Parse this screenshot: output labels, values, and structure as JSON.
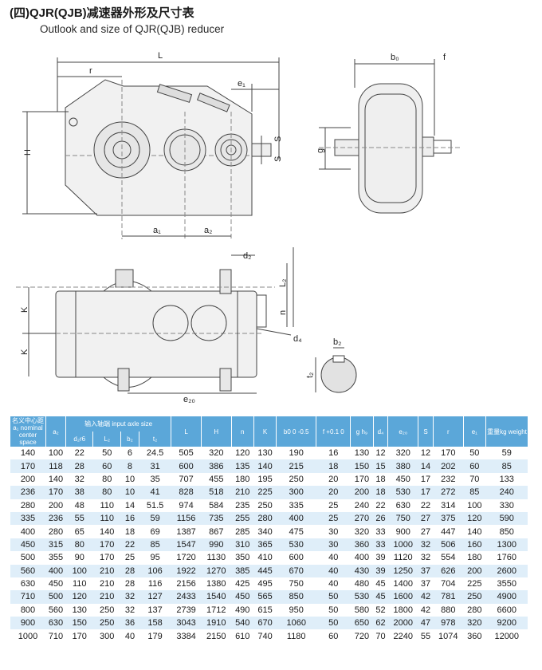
{
  "title": "(四)QJR(QJB)减速器外形及尺寸表",
  "subtitle": "Outlook and size of QJR(QJB) reducer",
  "drawing_labels": {
    "L": "L",
    "r": "r",
    "e1": "e₁",
    "H": "H",
    "S1": "S",
    "S2": "S",
    "a1": "a₁",
    "a2": "a₂",
    "b0": "b₀",
    "f": "f",
    "g": "g",
    "d2": "d₂",
    "L2": "L₂",
    "K1": "K",
    "K2": "K",
    "n": "n",
    "d4": "d₄",
    "e20": "e₂₀",
    "b2": "b₂",
    "t2": "t₂"
  },
  "table": {
    "headers": {
      "center": "名义中心距a₁ nominal center space",
      "a2": "a₂",
      "input_group": "输入轴端 input axle size",
      "d2r6": "d₂r6",
      "L2": "L₂",
      "b2": "b₂",
      "t2": "t₂",
      "L": "L",
      "H": "H",
      "n": "n",
      "K": "K",
      "b0": "b0 0 -0.5",
      "f": "f +0.1 0",
      "g": "g h₉",
      "d4": "d₄",
      "e20": "e₂₀",
      "S": "S",
      "r": "r",
      "e1": "e₁",
      "weight": "重量kg weight"
    },
    "rows": [
      [
        "140",
        "100",
        "22",
        "50",
        "6",
        "24.5",
        "505",
        "320",
        "120",
        "130",
        "190",
        "16",
        "130",
        "12",
        "320",
        "12",
        "170",
        "50",
        "59"
      ],
      [
        "170",
        "118",
        "28",
        "60",
        "8",
        "31",
        "600",
        "386",
        "135",
        "140",
        "215",
        "18",
        "150",
        "15",
        "380",
        "14",
        "202",
        "60",
        "85"
      ],
      [
        "200",
        "140",
        "32",
        "80",
        "10",
        "35",
        "707",
        "455",
        "180",
        "195",
        "250",
        "20",
        "170",
        "18",
        "450",
        "17",
        "232",
        "70",
        "133"
      ],
      [
        "236",
        "170",
        "38",
        "80",
        "10",
        "41",
        "828",
        "518",
        "210",
        "225",
        "300",
        "20",
        "200",
        "18",
        "530",
        "17",
        "272",
        "85",
        "240"
      ],
      [
        "280",
        "200",
        "48",
        "110",
        "14",
        "51.5",
        "974",
        "584",
        "235",
        "250",
        "335",
        "25",
        "240",
        "22",
        "630",
        "22",
        "314",
        "100",
        "330"
      ],
      [
        "335",
        "236",
        "55",
        "110",
        "16",
        "59",
        "1156",
        "735",
        "255",
        "280",
        "400",
        "25",
        "270",
        "26",
        "750",
        "27",
        "375",
        "120",
        "590"
      ],
      [
        "400",
        "280",
        "65",
        "140",
        "18",
        "69",
        "1387",
        "867",
        "285",
        "340",
        "475",
        "30",
        "320",
        "33",
        "900",
        "27",
        "447",
        "140",
        "850"
      ],
      [
        "450",
        "315",
        "80",
        "170",
        "22",
        "85",
        "1547",
        "990",
        "310",
        "365",
        "530",
        "30",
        "360",
        "33",
        "1000",
        "32",
        "506",
        "160",
        "1300"
      ],
      [
        "500",
        "355",
        "90",
        "170",
        "25",
        "95",
        "1720",
        "1130",
        "350",
        "410",
        "600",
        "40",
        "400",
        "39",
        "1120",
        "32",
        "554",
        "180",
        "1760"
      ],
      [
        "560",
        "400",
        "100",
        "210",
        "28",
        "106",
        "1922",
        "1270",
        "385",
        "445",
        "670",
        "40",
        "430",
        "39",
        "1250",
        "37",
        "626",
        "200",
        "2600"
      ],
      [
        "630",
        "450",
        "110",
        "210",
        "28",
        "116",
        "2156",
        "1380",
        "425",
        "495",
        "750",
        "40",
        "480",
        "45",
        "1400",
        "37",
        "704",
        "225",
        "3550"
      ],
      [
        "710",
        "500",
        "120",
        "210",
        "32",
        "127",
        "2433",
        "1540",
        "450",
        "565",
        "850",
        "50",
        "530",
        "45",
        "1600",
        "42",
        "781",
        "250",
        "4900"
      ],
      [
        "800",
        "560",
        "130",
        "250",
        "32",
        "137",
        "2739",
        "1712",
        "490",
        "615",
        "950",
        "50",
        "580",
        "52",
        "1800",
        "42",
        "880",
        "280",
        "6600"
      ],
      [
        "900",
        "630",
        "150",
        "250",
        "36",
        "158",
        "3043",
        "1910",
        "540",
        "670",
        "1060",
        "50",
        "650",
        "62",
        "2000",
        "47",
        "978",
        "320",
        "9200"
      ],
      [
        "1000",
        "710",
        "170",
        "300",
        "40",
        "179",
        "3384",
        "2150",
        "610",
        "740",
        "1180",
        "60",
        "720",
        "70",
        "2240",
        "55",
        "1074",
        "360",
        "12000"
      ]
    ]
  }
}
